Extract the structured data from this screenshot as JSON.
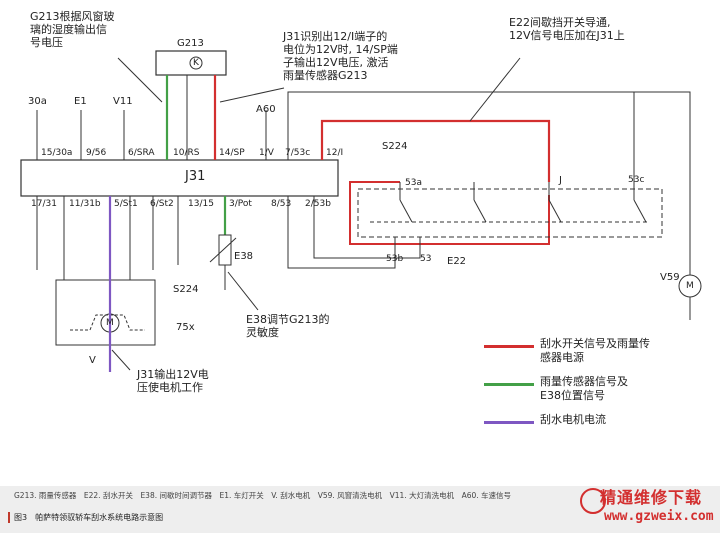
{
  "notes": {
    "g213_note": "G213根据风窗玻\n璃的湿度输出信\n号电压",
    "j31_note": "J31识别出12/I端子的\n电位为12V时, 14/SP端\n子输出12V电压, 激活\n雨量传感器G213",
    "e22_note": "E22间歇挡开关导通,\n12V信号电压加在J31上",
    "e38_note": "E38调节G213的\n灵敏度",
    "motor_note": "J31输出12V电\n压使电机工作"
  },
  "components": {
    "g213_label": "G213",
    "g213_symbol": "K",
    "j31_label": "J31",
    "s224_label": "S224",
    "s224_label_lower": "S224",
    "e38_label": "E38",
    "e22_label": "E22",
    "v59_label": "V59",
    "v_label": "V",
    "motor_symbol": "M",
    "v59_symbol": "M",
    "a60_label": "A60",
    "j_label": "J",
    "x75_label": "75x"
  },
  "top_sources": {
    "s30a": "30a",
    "e1": "E1",
    "v11": "V11"
  },
  "top_pins": {
    "p15": "15/30a",
    "p9": "9/56",
    "p6": "6/SRA",
    "p10": "10/RS",
    "p14": "14/SP",
    "p1": "1/V",
    "p7": "7/53c",
    "p12": "12/I"
  },
  "bottom_pins": {
    "p17": "17/31",
    "p11": "11/31b",
    "p5": "5/St1",
    "p6": "6/St2",
    "p13": "13/15",
    "p3": "3/Pot",
    "p8": "8/53",
    "p2": "2/53b"
  },
  "switch_pins": {
    "p53a": "53a",
    "p53c": "53c",
    "p53b": "53b",
    "p53": "53"
  },
  "legend": [
    {
      "label": "刮水开关信号及雨量传\n感器电源",
      "color": "#d32f2f"
    },
    {
      "label": "雨量传感器信号及\nE38位置信号",
      "color": "#43a047"
    },
    {
      "label": "刮水电机电流",
      "color": "#7e57c2"
    }
  ],
  "colors": {
    "red": "#d32f2f",
    "green": "#43a047",
    "purple": "#7e57c2",
    "wire": "#333333"
  },
  "caption": {
    "abbreviations": "G213. 雨量传感器　E22. 刮水开关　E38. 间歇时间调节器　E1. 车灯开关　V. 刮水电机　V59. 风窗清洗电机　V11. 大灯清洗电机　A60. 车速信号",
    "title": "图3　帕萨特领驭轿车刮水系统电路示意图"
  },
  "watermark": {
    "name": "精通维修下载",
    "url": "www.gzweix.com"
  }
}
